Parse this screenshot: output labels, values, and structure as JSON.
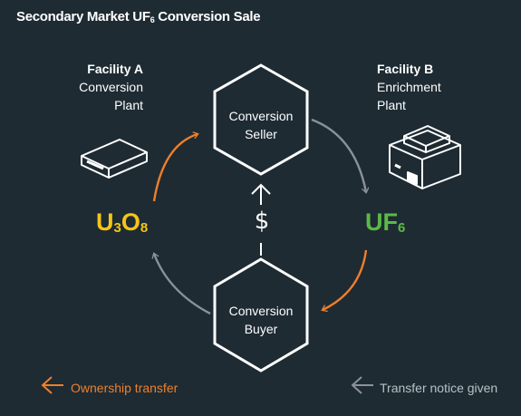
{
  "title": {
    "main": "Secondary Market UF",
    "sub": "6",
    "tail": " Conversion Sale"
  },
  "facility_a": {
    "name": "Facility A",
    "line1": "Conversion",
    "line2": "Plant"
  },
  "facility_b": {
    "name": "Facility B",
    "line1": "Enrichment",
    "line2": "Plant"
  },
  "seller": {
    "line1": "Conversion",
    "line2": "Seller"
  },
  "buyer": {
    "line1": "Conversion",
    "line2": "Buyer"
  },
  "u3o8": {
    "u": "U",
    "s1": "3",
    "o": "O",
    "s2": "8"
  },
  "uf6": {
    "base": "UF",
    "sub": "6"
  },
  "payment": {
    "symbol": "$"
  },
  "legend": {
    "ownership": "Ownership transfer",
    "notice": "Transfer notice given"
  },
  "colors": {
    "background": "#1e2b33",
    "ownership_arrow": "#f07f2a",
    "notice_arrow": "#8a9298",
    "u3o8": "#f5c518",
    "uf6": "#5cb947"
  },
  "icons": {
    "facility_a": "warehouse-icon",
    "facility_b": "enrichment-plant-icon"
  }
}
